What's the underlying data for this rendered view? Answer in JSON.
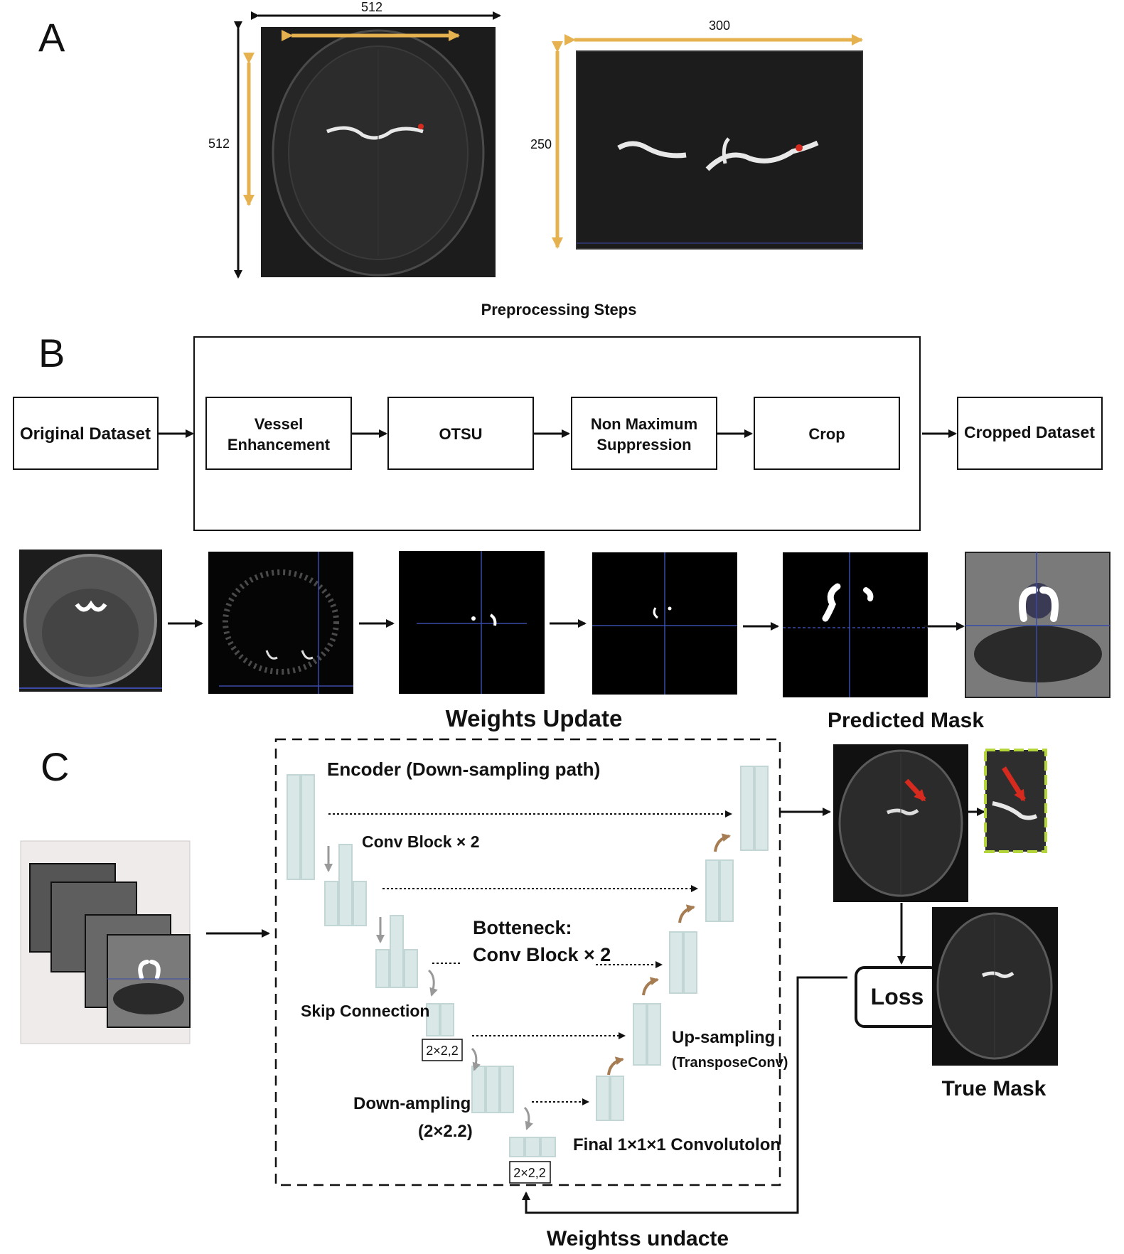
{
  "panel_a": {
    "label": "A",
    "dims": {
      "full_width": "512",
      "full_height": "512",
      "crop_width": "300",
      "crop_height": "250"
    }
  },
  "panel_b": {
    "label": "B",
    "title": "Preprocessing Steps",
    "input_box": "Original Dataset",
    "steps": [
      {
        "line1": "Vessel",
        "line2": "Enhancement"
      },
      {
        "line1": "OTSU",
        "line2": ""
      },
      {
        "line1": "Non Maximum",
        "line2": "Suppression"
      },
      {
        "line1": "Crop",
        "line2": ""
      }
    ],
    "output_box": "Cropped Dataset"
  },
  "panel_c": {
    "label": "C",
    "weights_update_title": "Weights Update",
    "predicted_mask_title": "Predicted Mask",
    "true_mask_label": "True Mask",
    "loss_label": "Loss",
    "bottom_label": "Weightss undacte",
    "unet": {
      "encoder": "Encoder (Down-sampling path)",
      "conv_block": "Conv Block × 2",
      "bottleneck_line1": "Botteneck:",
      "bottleneck_line2": "Conv Block × 2",
      "skip_connection": "Skip Connection",
      "pool_label_1": "2×2,2",
      "pool_label_2": "2×2,2",
      "downsampling_line1": "Down-ampling",
      "downsampling_line2": "(2×2.2)",
      "upsampling_line1": "Up-sampling",
      "upsampling_line2": "(TransposeConv)",
      "final_conv": "Final 1×1×1 Convolutolon"
    }
  },
  "colors": {
    "dimension_arrow": "#e6b24f",
    "block_fill": "#d9e7e7",
    "block_stroke": "#c2d6d6",
    "up_arrow": "#a67c52",
    "down_arrow": "#999999",
    "highlight_arrow": "#d62a1f",
    "crop_frame": "#b5d63a",
    "scan_background": "#1c1c1c"
  }
}
